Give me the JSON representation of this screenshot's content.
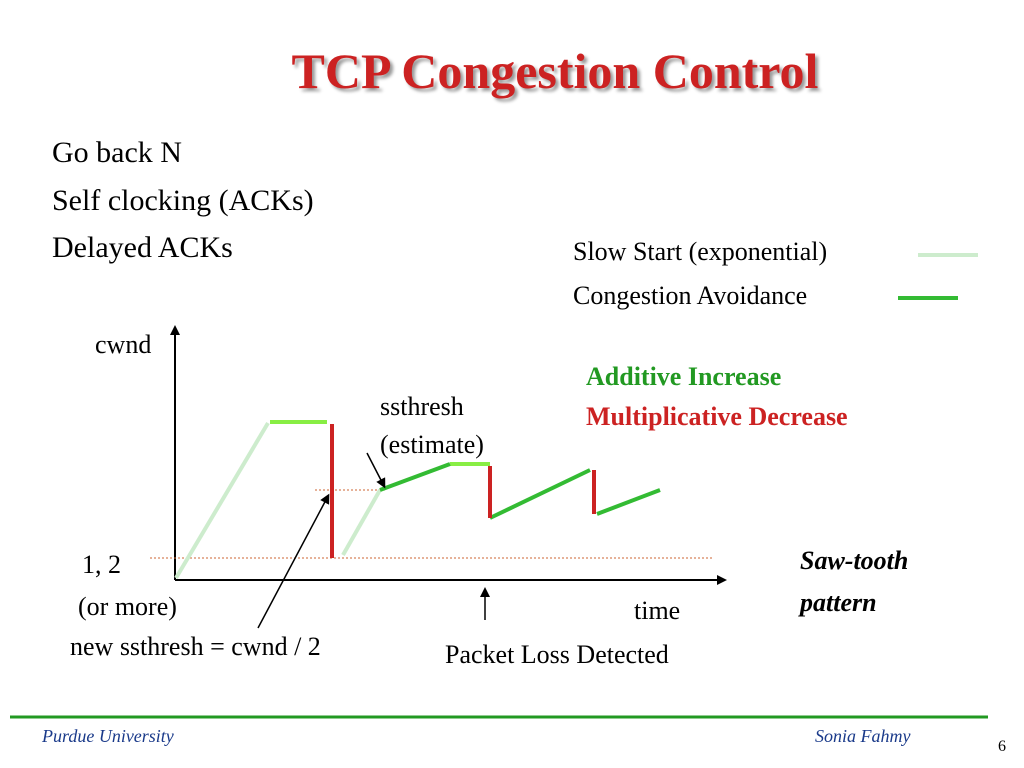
{
  "slide": {
    "title": "TCP Congestion Control",
    "bullets": [
      "Go back N",
      "Self clocking (ACKs)",
      "Delayed ACKs"
    ],
    "legend": {
      "slow_start": "Slow Start (exponential)",
      "congestion_avoidance": "Congestion Avoidance"
    },
    "aimd": {
      "additive": "Additive Increase",
      "multiplicative": "Multiplicative Decrease"
    },
    "diagram": {
      "y_label": "cwnd",
      "x_label": "time",
      "ssthresh_label_1": "ssthresh",
      "ssthresh_label_2": "(estimate)",
      "initial_label_1": "1, 2",
      "initial_label_2": "(or more)",
      "new_ssthresh": "new ssthresh = cwnd / 2",
      "packet_loss": "Packet Loss Detected",
      "sawtooth_1": "Saw-tooth",
      "sawtooth_2": "pattern"
    },
    "footer": {
      "left": "Purdue University",
      "right": "Sonia Fahmy",
      "page": "6"
    }
  },
  "colors": {
    "title": "#cc2222",
    "slow_start": "#cdeccd",
    "congestion_avoidance": "#33bb33",
    "ssthresh_peak": "#88ee44",
    "decrease": "#cc2222",
    "aimd_additive": "#229922",
    "aimd_multiplicative": "#cc2222",
    "footer_line": "#229922",
    "footer_text": "#1a3a8a"
  }
}
